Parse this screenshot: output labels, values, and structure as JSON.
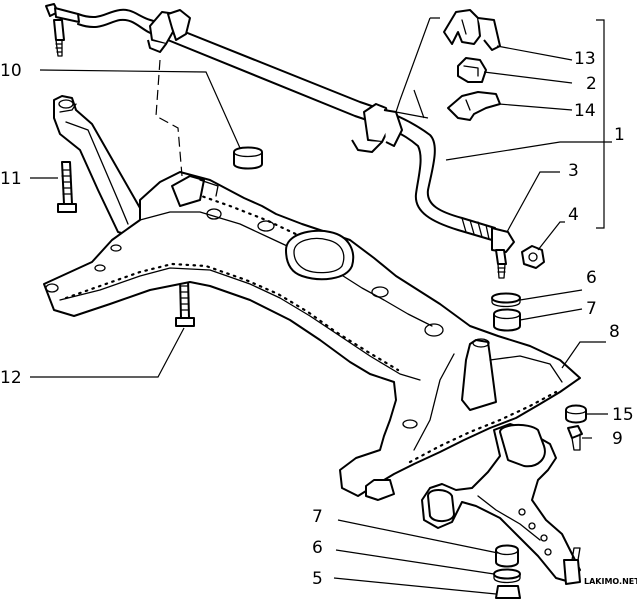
{
  "callouts": [
    {
      "label": "13"
    },
    {
      "label": "2"
    },
    {
      "label": "14"
    },
    {
      "label": "1"
    },
    {
      "label": "3"
    },
    {
      "label": "4"
    },
    {
      "label": "6"
    },
    {
      "label": "7"
    },
    {
      "label": "8"
    },
    {
      "label": "15"
    },
    {
      "label": "9"
    },
    {
      "label": "10"
    },
    {
      "label": "11"
    },
    {
      "label": "12"
    },
    {
      "label": "7"
    },
    {
      "label": "6"
    },
    {
      "label": "5"
    }
  ],
  "watermark": "LAKIMO.NET"
}
